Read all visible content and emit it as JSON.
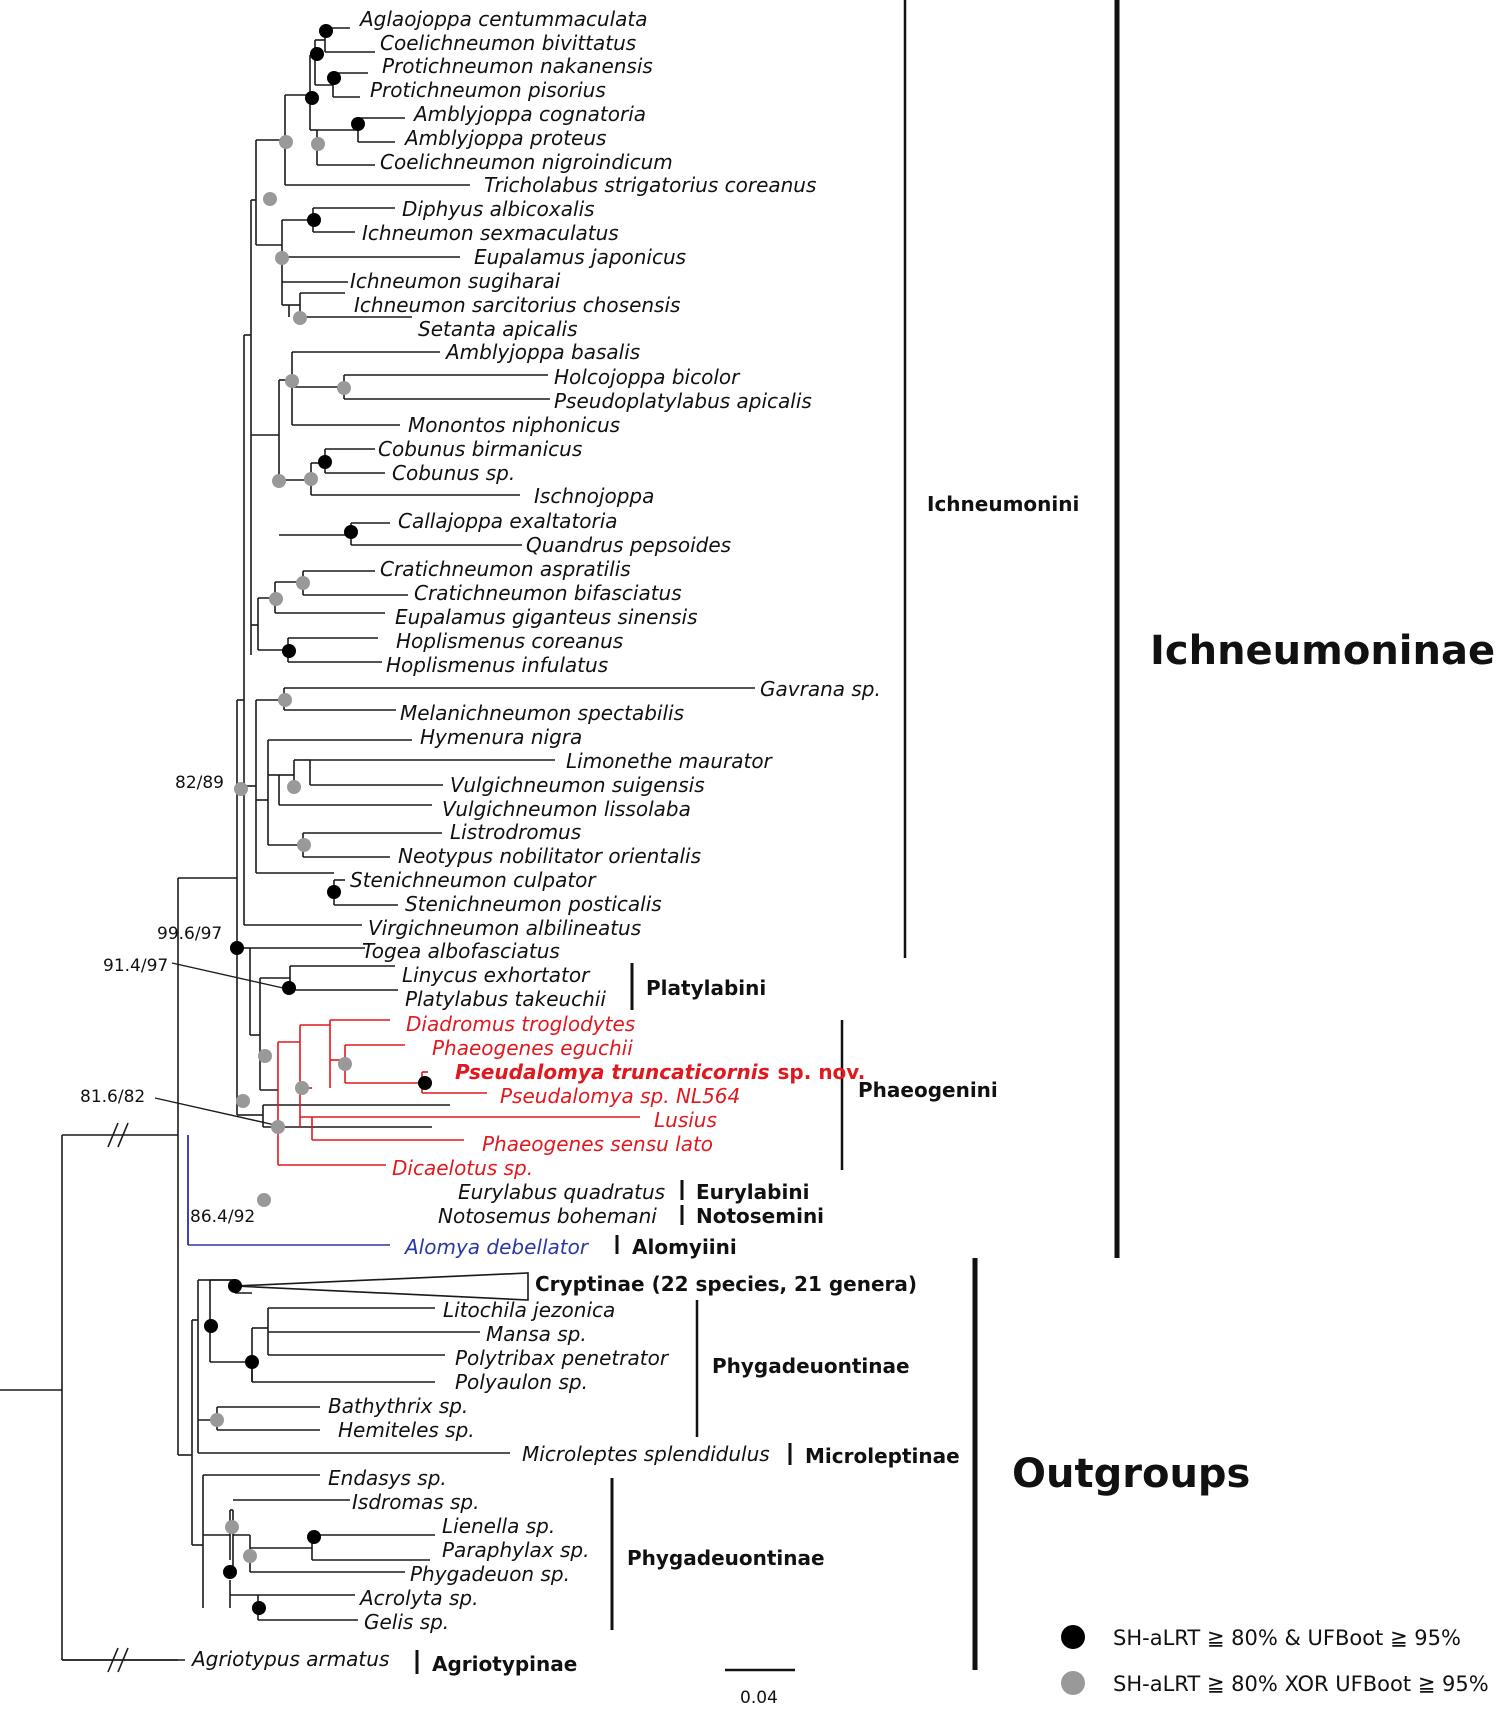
{
  "taxa": {
    "t1": "Aglaojoppa centummaculata",
    "t2": "Coelichneumon bivittatus",
    "t3": "Protichneumon nakanensis",
    "t4": "Protichneumon pisorius",
    "t5": "Amblyjoppa cognatoria",
    "t6": "Amblyjoppa proteus",
    "t7": "Coelichneumon nigroindicum",
    "t8": "Tricholabus strigatorius coreanus",
    "t9": "Diphyus albicoxalis",
    "t10": "Ichneumon sexmaculatus",
    "t11": "Eupalamus japonicus",
    "t12": "Ichneumon sugiharai",
    "t13": "Ichneumon sarcitorius chosensis",
    "t14": "Setanta apicalis",
    "t15": "Amblyjoppa basalis",
    "t16": "Holcojoppa bicolor",
    "t17": "Pseudoplatylabus apicalis",
    "t18": "Monontos niphonicus",
    "t19": "Cobunus birmanicus",
    "t20": "Cobunus sp.",
    "t21": "Ischnojoppa",
    "t22": "Callajoppa exaltatoria",
    "t23": "Quandrus pepsoides",
    "t24": "Cratichneumon aspratilis",
    "t25": "Cratichneumon bifasciatus",
    "t26": "Eupalamus giganteus sinensis",
    "t27": "Hoplismenus coreanus",
    "t28": "Hoplismenus infulatus",
    "t29": "Gavrana sp.",
    "t30": "Melanichneumon spectabilis",
    "t31": "Hymenura nigra",
    "t32": "Limonethe maurator",
    "t33": "Vulgichneumon suigensis",
    "t34": "Vulgichneumon lissolaba",
    "t35": "Listrodromus",
    "t36": "Neotypus nobilitator orientalis",
    "t37": "Stenichneumon culpator",
    "t38": "Stenichneumon posticalis",
    "t39": "Virgichneumon albilineatus",
    "t40": "Togea albofasciatus",
    "t41": "Linycus exhortator",
    "t42": "Platylabus takeuchii",
    "t43": "Diadromus troglodytes",
    "t44": "Phaeogenes eguchii",
    "t45": "Pseudalomya truncaticornis",
    "t45b": "sp. nov.",
    "t46": "Pseudalomya sp. NL564",
    "t47": "Lusius",
    "t48": "Phaeogenes sensu lato",
    "t49": "Dicaelotus sp.",
    "t50": "Eurylabus quadratus",
    "t51": "Notosemus bohemani",
    "t52": "Alomya debellator",
    "t53": "Cryptinae (22 species, 21 genera)",
    "t54": "Litochila jezonica",
    "t55": "Mansa sp.",
    "t56": "Polytribax penetrator",
    "t57": "Polyaulon sp.",
    "t58": "Bathythrix sp.",
    "t59": "Hemiteles sp.",
    "t60": "Microleptes splendidulus",
    "t61": "Endasys sp.",
    "t62": "Isdromas sp.",
    "t63": "Lienella sp.",
    "t64": "Paraphylax sp.",
    "t65": "Phygadeuon sp.",
    "t66": "Acrolyta sp.",
    "t67": "Gelis sp.",
    "t68": "Agriotypus armatus"
  },
  "groups": {
    "ichneumonini": "Ichneumonini",
    "platylabini": "Platylabini",
    "phaeogenini": "Phaeogenini",
    "eurylabini": "Eurylabini",
    "notosemini": "Notosemini",
    "alomyiini": "Alomyiini",
    "phygadeuontinae_a": "Phygadeuontinae",
    "microleptinae": "Microleptinae",
    "phygadeuontinae_b": "Phygadeuontinae",
    "agriotypinae": "Agriotypinae",
    "ichneumoninae": "Ichneumoninae",
    "outgroups": "Outgroups"
  },
  "support_labels": {
    "s1": "82/89",
    "s2": "99.6/97",
    "s3": "91.4/97",
    "s4": "81.6/82",
    "s5": "86.4/92"
  },
  "scale_bar": "0.04",
  "legend": {
    "black": "SH-aLRT ≧ 80% & UFBoot ≧ 95%",
    "grey": "SH-aLRT ≧ 80% XOR UFBoot ≧ 95%"
  },
  "colors": {
    "ingroup_new": "#e0191f",
    "alomyiini": "#2b37a6",
    "strong_support": "#000000",
    "partial_support": "#999999"
  }
}
